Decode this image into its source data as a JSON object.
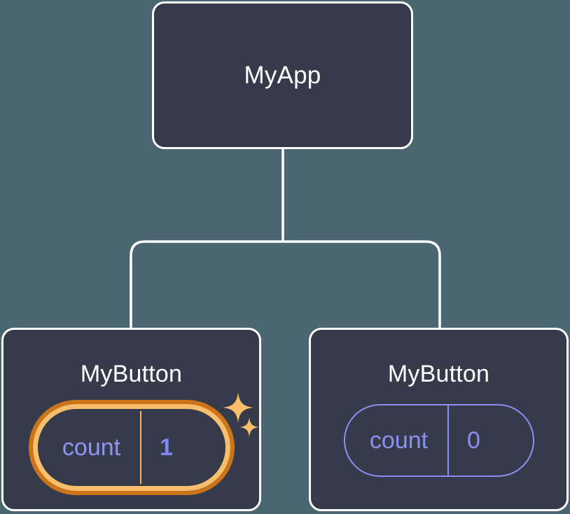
{
  "diagram": {
    "type": "component-tree",
    "title_visible": false,
    "background_color": "#4a6670",
    "node_fill": "#353b4a",
    "node_border": "#ffffff",
    "connector_color": "#ffffff",
    "accent_highlight_outer": "#cb7419",
    "accent_highlight_inner": "#f7bf6b",
    "accent_state": "#8b8ff0",
    "sparkle_color": "#fbbf6a"
  },
  "root": {
    "label": "MyApp"
  },
  "children": [
    {
      "label": "MyButton",
      "state": {
        "key": "count",
        "value": "1"
      },
      "highlighted": true,
      "sparkle_icons": [
        "sparkle-large-icon",
        "sparkle-small-icon"
      ]
    },
    {
      "label": "MyButton",
      "state": {
        "key": "count",
        "value": "0"
      },
      "highlighted": false,
      "sparkle_icons": []
    }
  ]
}
